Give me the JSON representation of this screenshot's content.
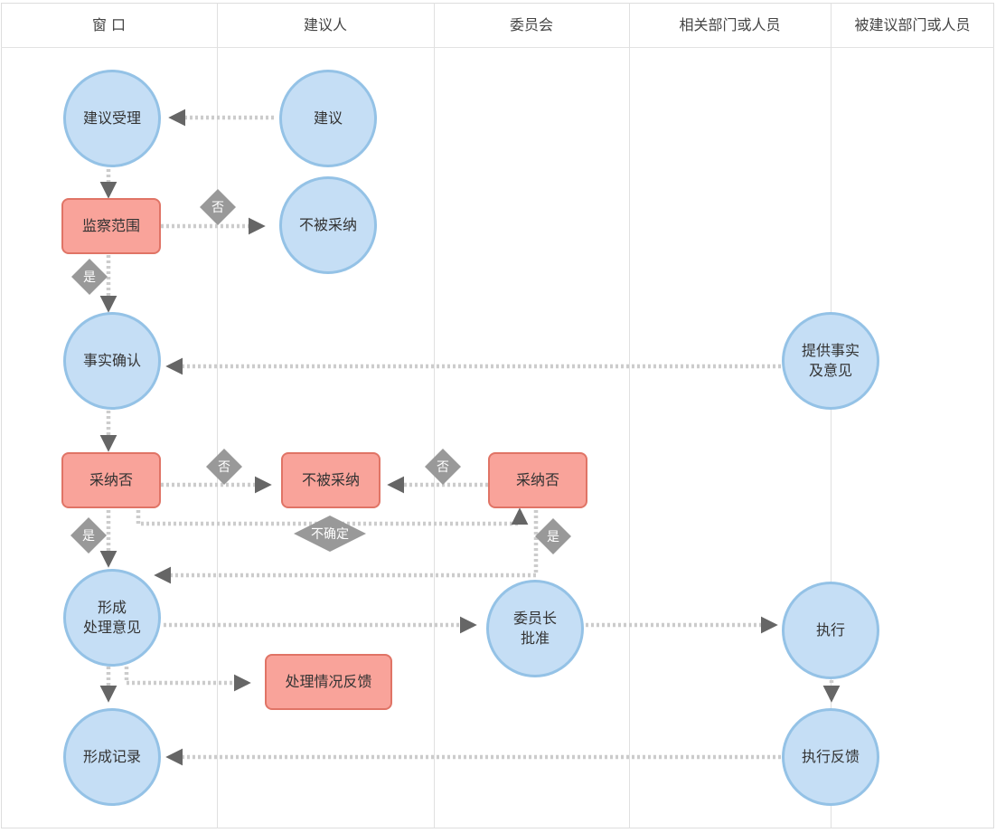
{
  "lanes": [
    {
      "title": "窗 口"
    },
    {
      "title": "建议人"
    },
    {
      "title": "委员会"
    },
    {
      "title": "相关部门或人员"
    },
    {
      "title": "被建议部门或人员"
    }
  ],
  "nodes": {
    "suggestion_accept": "建议受理",
    "suggestion": "建议",
    "supervision_scope": "监察范围",
    "not_adopted_1": "不被采纳",
    "fact_confirm": "事实确认",
    "provide_facts_line1": "提供事实",
    "provide_facts_line2": "及意见",
    "adopt_or_not_window": "采纳否",
    "not_adopted_2": "不被采纳",
    "adopt_or_not_committee": "采纳否",
    "form_opinion_line1": "形成",
    "form_opinion_line2": "处理意见",
    "chairman_approve_line1": "委员长",
    "chairman_approve_line2": "批准",
    "execute": "执行",
    "handling_feedback": "处理情况反馈",
    "form_record": "形成记录",
    "execute_feedback": "执行反馈"
  },
  "labels": {
    "no_1": "否",
    "yes_1": "是",
    "no_2": "否",
    "no_3": "否",
    "yes_2": "是",
    "uncertain": "不确定",
    "yes_3": "是"
  },
  "colors": {
    "circle_fill": "#c5def5",
    "circle_border": "#94c2e6",
    "rect_fill": "#f9a39a",
    "rect_border": "#e07466",
    "connector": "#cccccc",
    "arrow": "#666666",
    "badge": "#999999"
  }
}
